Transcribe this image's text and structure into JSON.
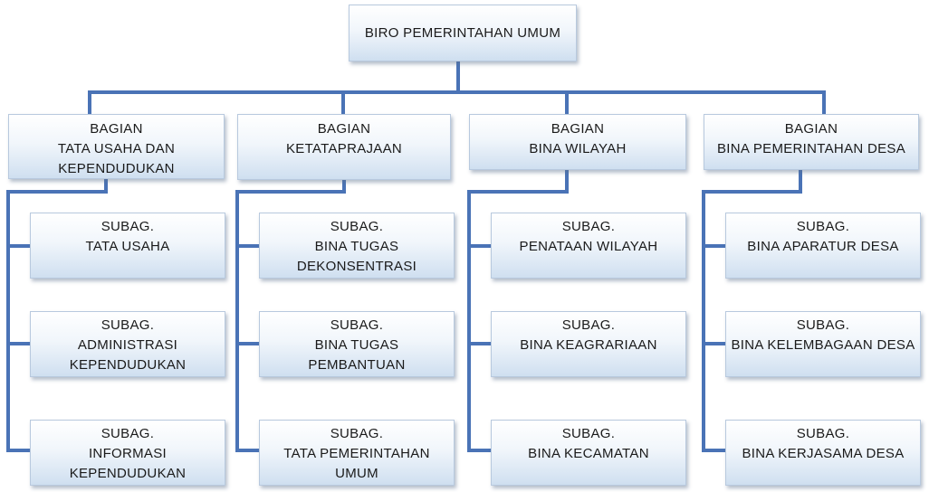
{
  "root": {
    "lines": [
      "BIRO PEMERINTAHAN  UMUM"
    ]
  },
  "departments": [
    {
      "lines": [
        "BAGIAN",
        "TATA USAHA DAN",
        "KEPENDUDUKAN"
      ],
      "subunits": [
        {
          "lines": [
            "SUBAG.",
            "TATA USAHA"
          ]
        },
        {
          "lines": [
            "SUBAG.",
            "ADMINISTRASI",
            "KEPENDUDUKAN"
          ]
        },
        {
          "lines": [
            "SUBAG.",
            "INFORMASI",
            "KEPENDUDUKAN"
          ]
        }
      ]
    },
    {
      "lines": [
        "BAGIAN",
        "KETATAPRAJAAN"
      ],
      "subunits": [
        {
          "lines": [
            "SUBAG.",
            "BINA TUGAS",
            "DEKONSENTRASI"
          ]
        },
        {
          "lines": [
            "SUBAG.",
            "BINA TUGAS",
            "PEMBANTUAN"
          ]
        },
        {
          "lines": [
            "SUBAG.",
            "TATA PEMERINTAHAN",
            "UMUM"
          ]
        }
      ]
    },
    {
      "lines": [
        "BAGIAN",
        "BINA WILAYAH"
      ],
      "subunits": [
        {
          "lines": [
            "SUBAG.",
            "PENATAAN  WILAYAH"
          ]
        },
        {
          "lines": [
            "SUBAG.",
            "BINA KEAGRARIAAN"
          ]
        },
        {
          "lines": [
            "SUBAG.",
            "BINA KECAMATAN"
          ]
        }
      ]
    },
    {
      "lines": [
        "BAGIAN",
        "BINA PEMERINTAHAN DESA"
      ],
      "subunits": [
        {
          "lines": [
            "SUBAG.",
            "BINA APARATUR DESA"
          ]
        },
        {
          "lines": [
            "SUBAG.",
            "BINA KELEMBAGAAN  DESA"
          ]
        },
        {
          "lines": [
            "SUBAG.",
            "BINA KERJASAMA DESA"
          ]
        }
      ]
    }
  ],
  "colors": {
    "connector": "#4a73b6",
    "box_border": "#b8c9de"
  }
}
